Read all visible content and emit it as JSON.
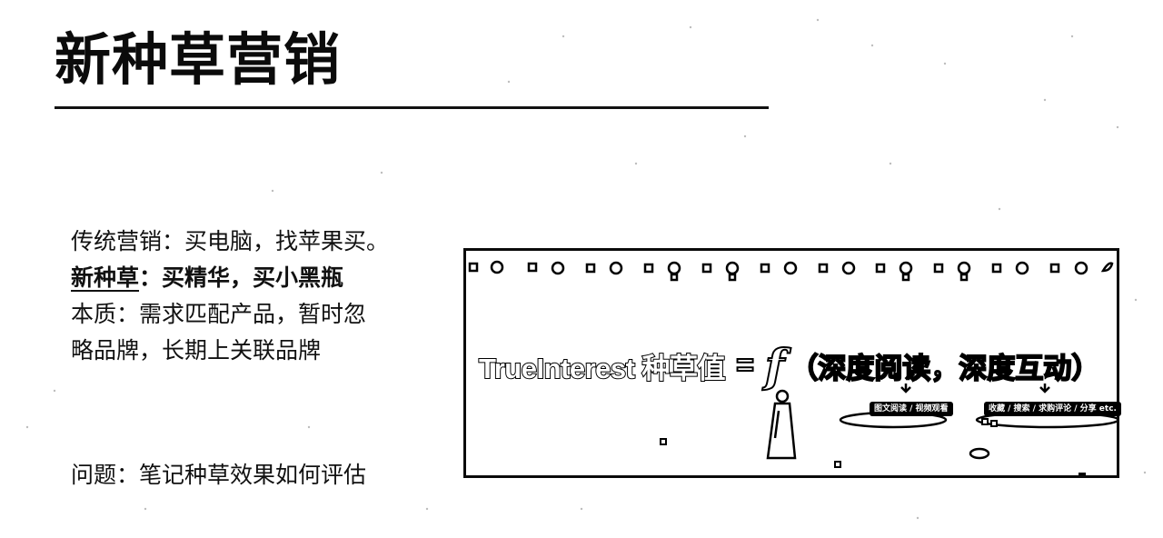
{
  "page": {
    "title": "新种草营销"
  },
  "body": {
    "traditional": "传统营销：买电脑，找苹果买。",
    "new_label": "新种草",
    "new_rest": "：买精华，买小黑瓶",
    "essence_line1": "本质：需求匹配产品，暂时忽",
    "essence_line2": "略品牌，长期上关联品牌",
    "question": "问题：笔记种草效果如何评估"
  },
  "figure": {
    "formula_lhs": "TrueInterest 种草值",
    "formula_eq": "=",
    "formula_func": "f",
    "formula_rhs": "（深度阅读，深度互动）",
    "pill_reading": "图文阅读 / 视频观看",
    "pill_interaction": "收藏 / 搜索 / 求购评论 / 分享 etc."
  },
  "colors": {
    "text": "#111111",
    "background": "#ffffff",
    "rule": "#111111"
  }
}
